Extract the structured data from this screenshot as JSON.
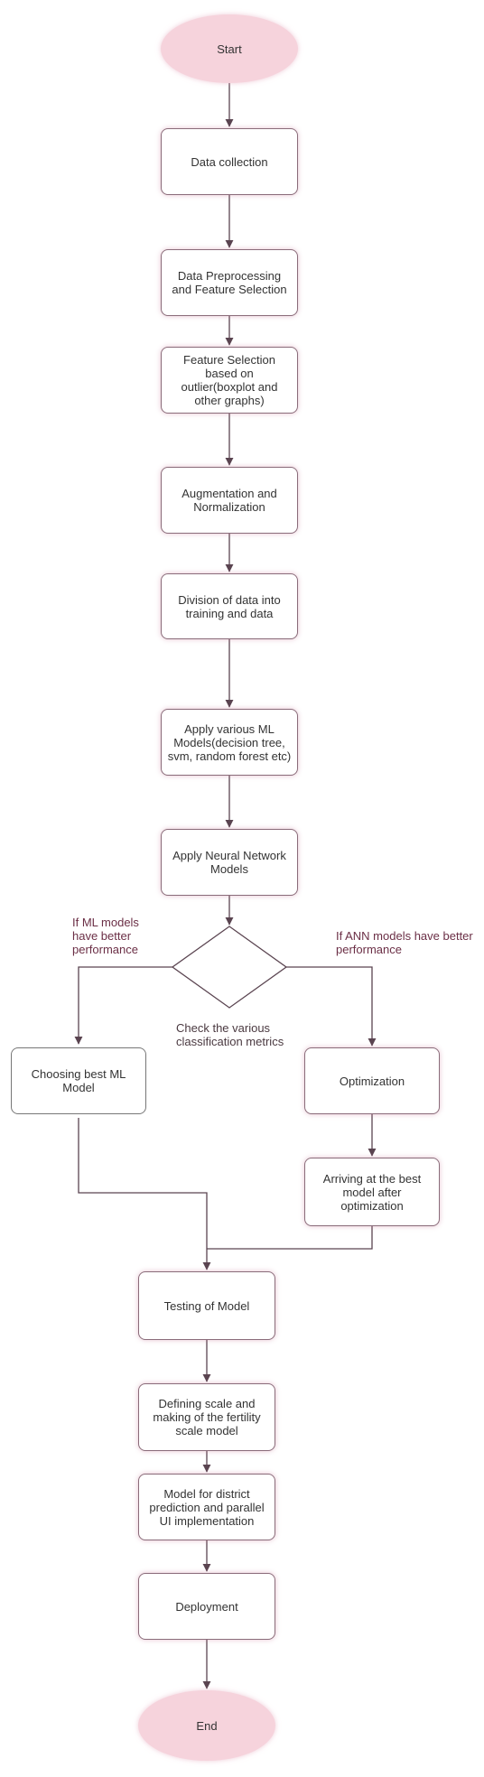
{
  "nodes": {
    "start": "Start",
    "data_collection": "Data collection",
    "preprocessing": "Data Preprocessing and Feature Selection",
    "feature_selection": "Feature Selection based on outlier(boxplot and other graphs)",
    "augmentation": "Augmentation and Normalization",
    "division": "Division of data into training and data",
    "apply_ml": "Apply various ML Models(decision tree, svm, random forest etc)",
    "apply_nn": "Apply Neural Network Models",
    "choosing_ml": "Choosing best ML Model",
    "optimization": "Optimization",
    "arriving_best": "Arriving at the best model after optimization",
    "testing": "Testing of Model",
    "defining_scale": "Defining scale and making of the fertility scale model",
    "district_model": "Model for district prediction and parallel UI implementation",
    "deployment": "Deployment",
    "end": "End"
  },
  "labels": {
    "ml_better": "If ML models have better performance",
    "ann_better": "If ANN models have better performance",
    "check_metrics": "Check the various classification metrics"
  },
  "colors": {
    "terminal_fill": "#f6d3dc",
    "edge": "#5a4450",
    "label_text": "#6b2f46"
  }
}
